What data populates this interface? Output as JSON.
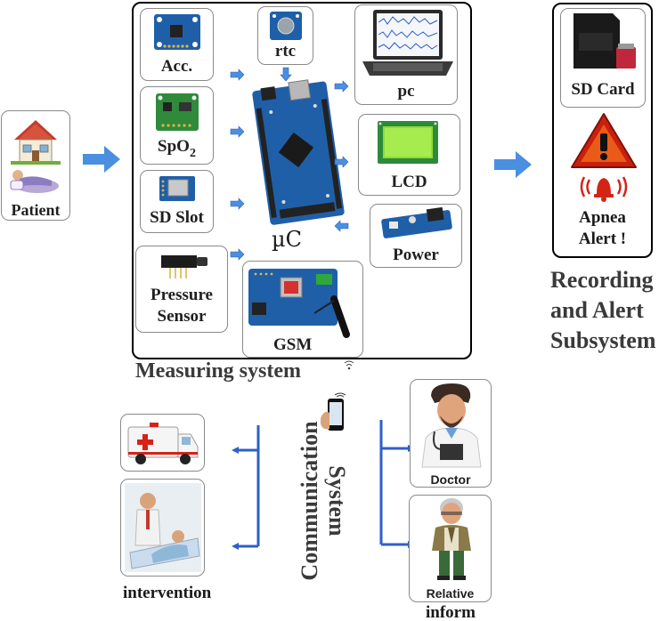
{
  "patient": {
    "label": "Patient"
  },
  "measuring": {
    "acc": "Acc.",
    "rtc": "rtc",
    "pc": "pc",
    "spo2_base": "SpO",
    "spo2_sub": "2",
    "lcd": "LCD",
    "sd_slot": "SD Slot",
    "power": "Power",
    "pressure_line1": "Pressure",
    "pressure_line2": "Sensor",
    "gsm": "GSM",
    "uc": "µC",
    "title": "Measuring system"
  },
  "recording": {
    "sd_card": "SD Card",
    "alert_line1": "Apnea",
    "alert_line2": "Alert !",
    "title_line1": "Recording",
    "title_line2": "and Alert",
    "title_line3": "Subsystem"
  },
  "communication": {
    "title_line1": "Communication",
    "title_line2": "System",
    "doctor": "Doctor",
    "relative": "Relative",
    "inform": "inform",
    "intervention": "intervention"
  },
  "colors": {
    "arrow_blue": "#4a8fe0",
    "bracket_blue": "#2f5fc8",
    "board_blue": "#1f5fa8",
    "alert_red": "#c8200e"
  },
  "icons": [
    "house-icon",
    "patient-icon",
    "accelerometer-board-icon",
    "rtc-module-icon",
    "laptop-icon",
    "spo2-board-icon",
    "lcd-display-icon",
    "sd-slot-board-icon",
    "power-module-icon",
    "pressure-sensor-icon",
    "gsm-board-icon",
    "microcontroller-board-icon",
    "sd-card-icon",
    "warning-triangle-icon",
    "alarm-bell-icon",
    "phone-icon",
    "wifi-icon",
    "ambulance-icon",
    "hospital-bed-icon",
    "doctor-icon",
    "relative-icon"
  ]
}
